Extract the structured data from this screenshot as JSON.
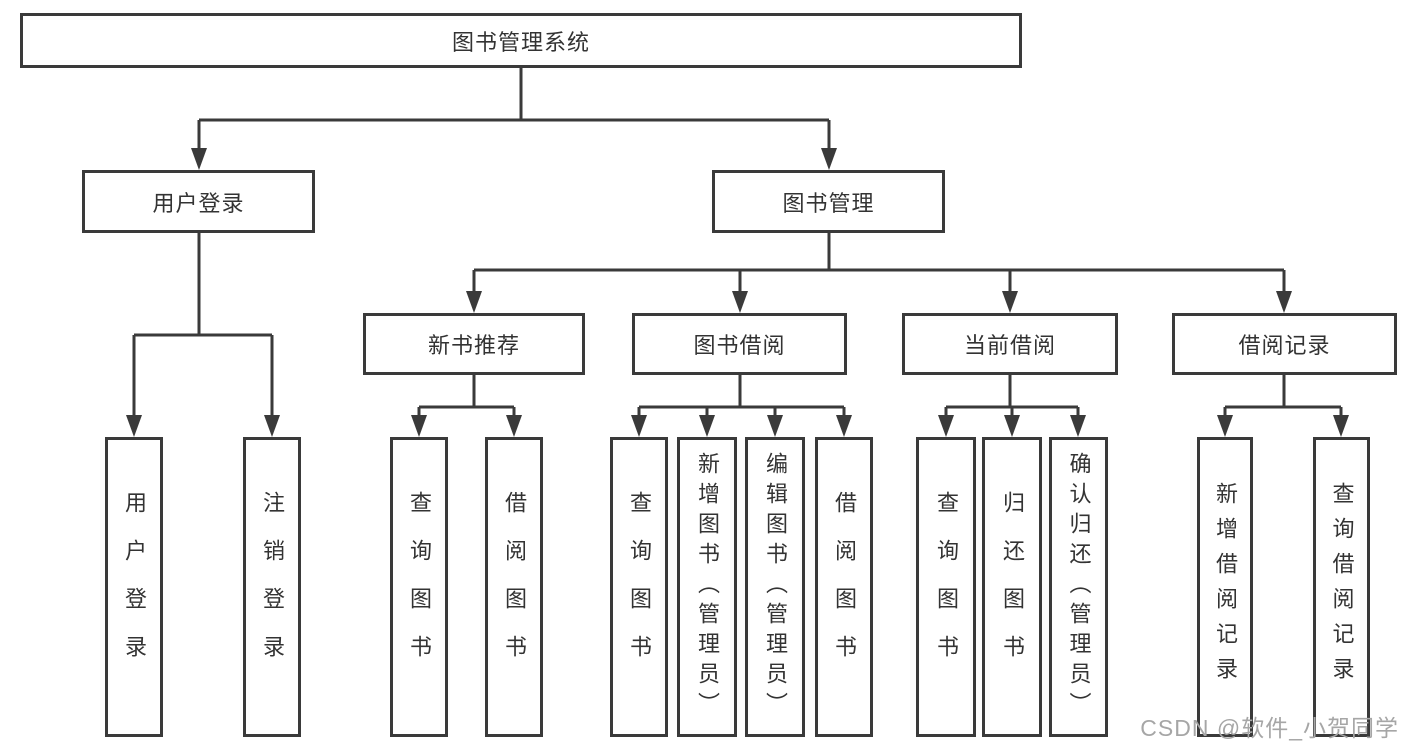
{
  "watermark": "CSDN @软件_小贺同学",
  "tree": {
    "root": "图书管理系统",
    "children": [
      {
        "label": "用户登录",
        "children": [
          {
            "label": "用户登录"
          },
          {
            "label": "注销登录"
          }
        ]
      },
      {
        "label": "图书管理",
        "children": [
          {
            "label": "新书推荐",
            "children": [
              {
                "label": "查询图书"
              },
              {
                "label": "借阅图书"
              }
            ]
          },
          {
            "label": "图书借阅",
            "children": [
              {
                "label": "查询图书"
              },
              {
                "label": "新增图书（管理员）"
              },
              {
                "label": "编辑图书（管理员）"
              },
              {
                "label": "借阅图书"
              }
            ]
          },
          {
            "label": "当前借阅",
            "children": [
              {
                "label": "查询图书"
              },
              {
                "label": "归还图书"
              },
              {
                "label": "确认归还（管理员）"
              }
            ]
          },
          {
            "label": "借阅记录",
            "children": [
              {
                "label": "新增借阅记录"
              },
              {
                "label": "查询借阅记录"
              }
            ]
          }
        ]
      }
    ]
  },
  "line_color": "#3a3a3a",
  "text_color": "#333333"
}
